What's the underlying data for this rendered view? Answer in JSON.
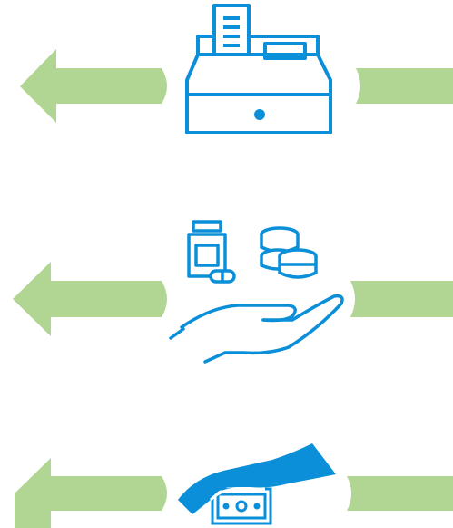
{
  "colors": {
    "arrow_green": "#b1d592",
    "icon_blue": "#0a8fd8",
    "background": "#ffffff"
  },
  "rows": [
    {
      "icon": "cash-register-icon",
      "direction": "left"
    },
    {
      "icon": "pills-and-coins-in-hand-icon",
      "direction": "left"
    },
    {
      "icon": "hand-over-money-icon",
      "direction": "left"
    }
  ]
}
